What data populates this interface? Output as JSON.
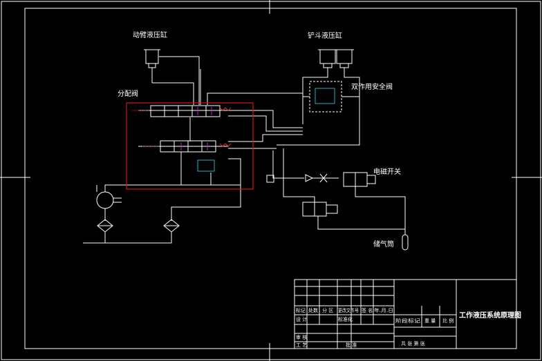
{
  "labels": {
    "boom_cylinder": "动臂液压缸",
    "bucket_cylinder": "铲斗液压缸",
    "distribution_valve": "分配阀",
    "double_safety_valve": "双作用安全阀",
    "solenoid_switch": "电磁开关",
    "air_tank": "储气筒"
  },
  "title_block": {
    "drawing_title": "工作液压系统原理图",
    "row1": [
      "标记",
      "处数",
      "分 区",
      "更改文件号",
      "签 名",
      "年.月.日"
    ],
    "design": "设 计",
    "standardization": "标准化",
    "stage_marks": "阶段标记",
    "weight": "重 量",
    "scale": "比 例",
    "review": "审 核",
    "process": "工 艺",
    "approve": "批 准",
    "sheets": "共    张    第    张"
  },
  "colors": {
    "line": "#ffffff",
    "highlight_box": "#d01818",
    "valve_accent": "#c020c0",
    "relief_accent": "#20b0c8",
    "spring": "#e03030"
  }
}
